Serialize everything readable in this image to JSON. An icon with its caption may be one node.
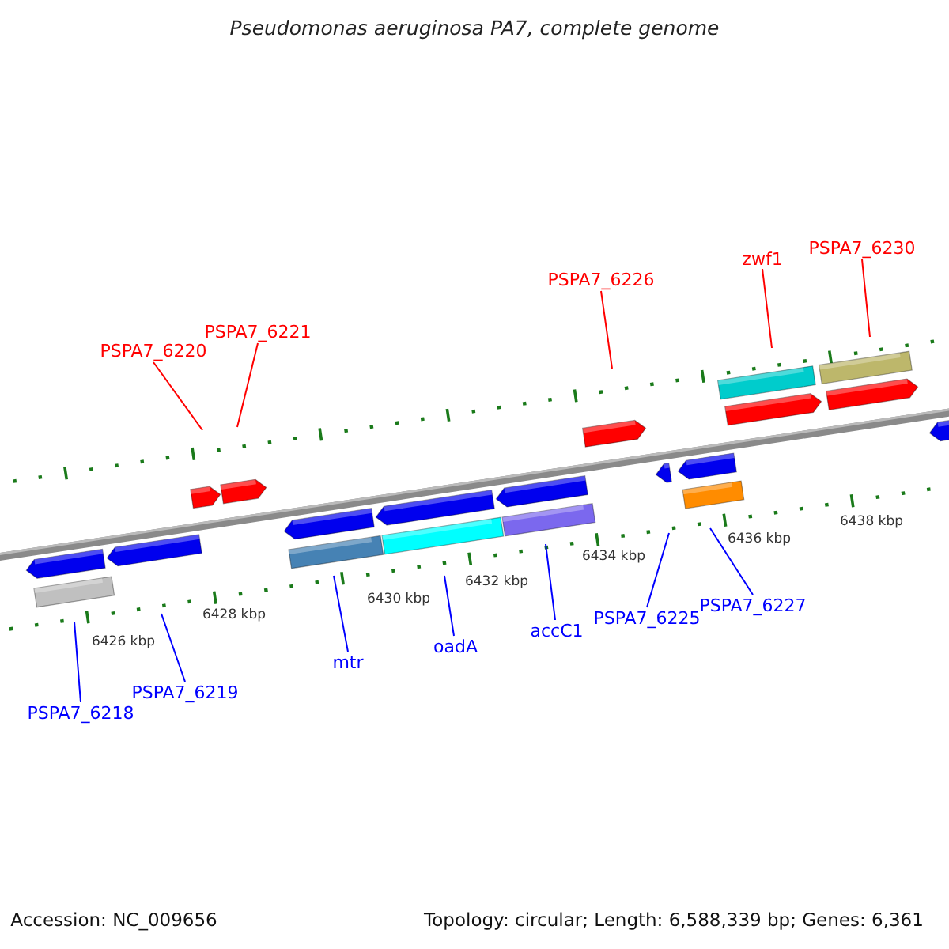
{
  "diagram": {
    "title": "Pseudomonas aeruginosa PA7, complete genome",
    "nodes": [
      {
        "text": [
          "PSPA7_6220"
        ]
      },
      {
        "text": [
          "PSPA7_6221"
        ]
      },
      {
        "text": [
          "PSPA7_6226"
        ]
      },
      {
        "text": [
          "zwf1"
        ]
      },
      {
        "text": [
          "PSPA7_6230"
        ]
      },
      {
        "text": [
          "PSPA7_6218"
        ]
      },
      {
        "text": [
          "PSPA7_6219"
        ]
      },
      {
        "text": [
          "mtr"
        ]
      },
      {
        "text": [
          "oadA"
        ]
      },
      {
        "text": [
          "accC1"
        ]
      },
      {
        "text": [
          "PSPA7_6225"
        ]
      },
      {
        "text": [
          "PSPA7_6227"
        ]
      }
    ],
    "edges": [
      {
        "from": 0,
        "to": null,
        "arrow": "none",
        "color": "#ff0000"
      },
      {
        "from": 1,
        "to": null,
        "arrow": "none",
        "color": "#ff0000"
      },
      {
        "from": 2,
        "to": null,
        "arrow": "none",
        "color": "#ff0000"
      },
      {
        "from": 3,
        "to": null,
        "arrow": "none",
        "color": "#ff0000"
      },
      {
        "from": 4,
        "to": null,
        "arrow": "none",
        "color": "#ff0000"
      },
      {
        "from": 5,
        "to": null,
        "arrow": "none"
      },
      {
        "from": 6,
        "to": null,
        "arrow": "none"
      },
      {
        "from": 7,
        "to": null,
        "arrow": "none"
      },
      {
        "from": 8,
        "to": null,
        "arrow": "none"
      },
      {
        "from": 9,
        "to": null,
        "arrow": "none"
      },
      {
        "from": 10,
        "to": null,
        "arrow": "none"
      },
      {
        "from": 11,
        "to": null,
        "arrow": "none"
      }
    ],
    "labels": [
      "6426 kbp",
      "6428 kbp",
      "6430 kbp",
      "6432 kbp",
      "6434 kbp",
      "6436 kbp",
      "6438 kbp",
      "Accession: NC_009656",
      "Topology: circular; Length: 6,588,339 bp; Genes: 6,361"
    ]
  }
}
